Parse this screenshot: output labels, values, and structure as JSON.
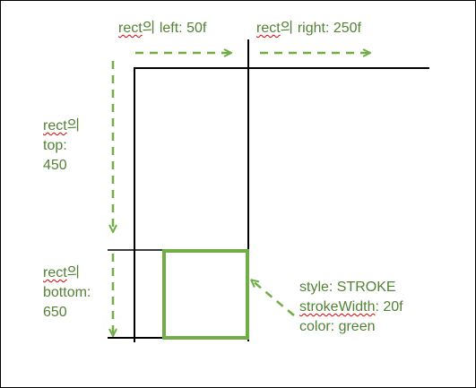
{
  "colors": {
    "annotation": "#548235",
    "rect_stroke": "#70ad47",
    "axis": "#000000",
    "spellcheck": "#e00000"
  },
  "labels": {
    "left": {
      "keyword": "rect",
      "rest": "의 left: 50f"
    },
    "right": {
      "keyword": "rect",
      "rest": "의 right: 250f"
    },
    "top": {
      "keyword": "rect",
      "rest": "의",
      "line2": "top:",
      "line3": "450"
    },
    "bottom": {
      "keyword": "rect",
      "rest": "의",
      "line2": "bottom:",
      "line3": "650"
    },
    "style": {
      "line1": "style: STROKE",
      "line2_keyword": "strokeWidth",
      "line2_rest": ": 20f",
      "line3": "color: green"
    }
  }
}
